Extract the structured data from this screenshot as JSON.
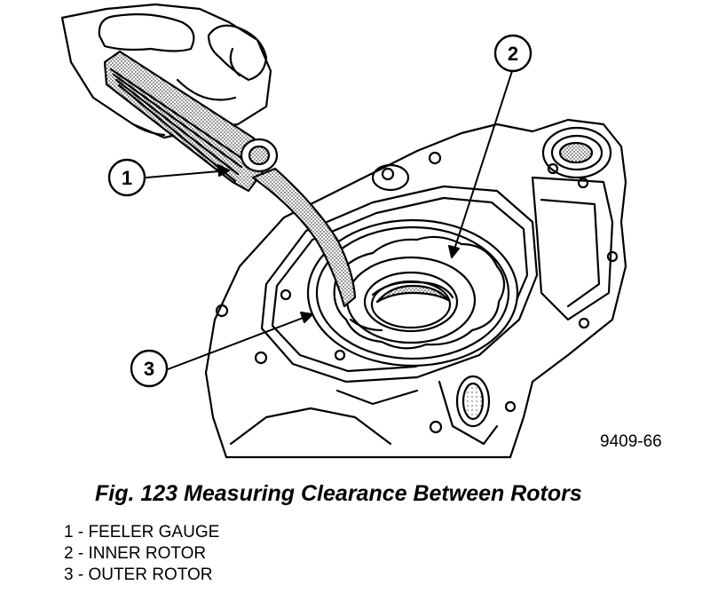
{
  "callouts": [
    "1",
    "2",
    "3"
  ],
  "figure_code": "9409-66",
  "caption": "Fig. 123 Measuring Clearance Between Rotors",
  "legend": [
    "1 - FEELER GAUGE",
    "2 - INNER ROTOR",
    "3 - OUTER ROTOR"
  ]
}
